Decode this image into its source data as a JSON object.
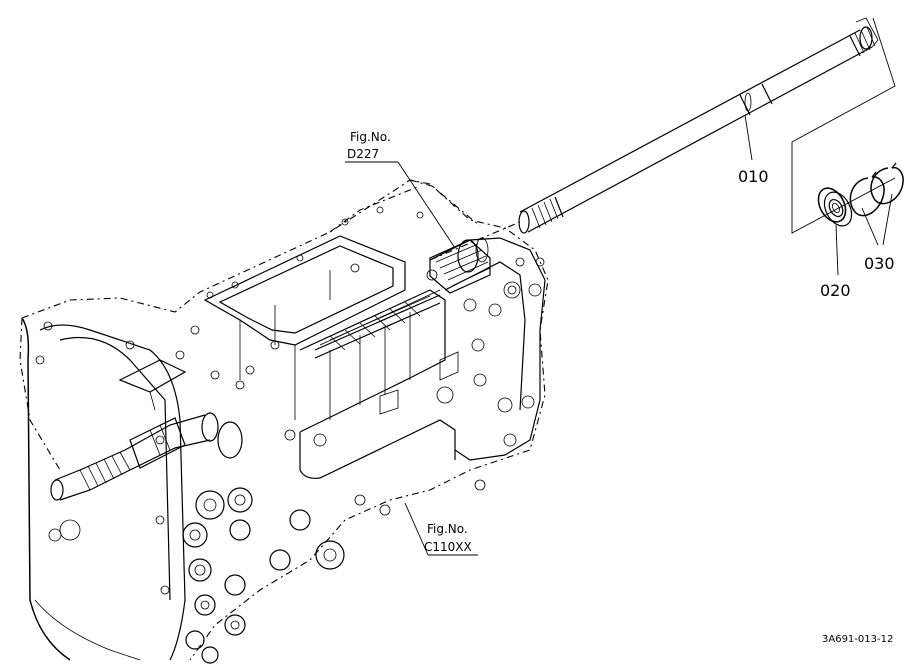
{
  "parts": [
    {
      "number": "010"
    },
    {
      "number": "020"
    },
    {
      "number": "030"
    }
  ],
  "figure_refs": [
    {
      "line1": "Fig.No.",
      "line2": "D227"
    },
    {
      "line1": "Fig.No.",
      "line2": "C110XX"
    }
  ],
  "drawing_code": "3A691-013-12"
}
